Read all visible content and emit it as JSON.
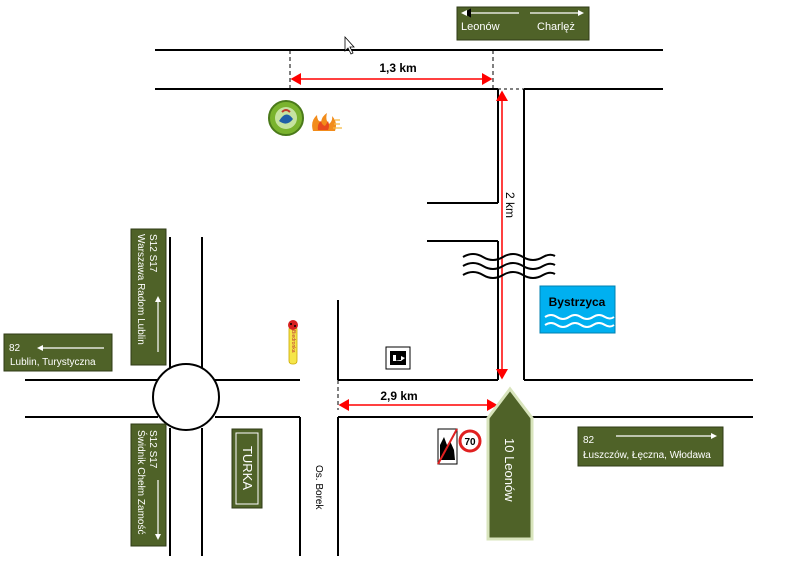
{
  "colors": {
    "sign_green": "#4f6228",
    "road_line": "#000000",
    "measure_red": "#ff0000",
    "water_blue": "#00b0f0"
  },
  "signs": {
    "top": {
      "left": "Leonów",
      "right": "Charlęż"
    },
    "west": {
      "number": "82",
      "text": "Lublin, Turystyczna"
    },
    "north_vertical": {
      "routes": "S12   S17",
      "cities": "Warszawa Radom Lublin"
    },
    "south_vertical": {
      "routes": "S12   S17",
      "cities": "Świdnik Chełm Zamość"
    },
    "east": {
      "number": "82",
      "text": "Łuszczów, Łęczna, Włodawa"
    },
    "leonow_arrow": {
      "text": "10 Leonów"
    },
    "turka": {
      "text": "TURKA"
    }
  },
  "labels": {
    "distance_top": "1,3 km",
    "distance_vertical": "2 km",
    "distance_bottom": "2,9 km",
    "river": "Bystrzyca",
    "osiedle": "Os. Borek",
    "speed_limit": "70"
  },
  "icons": {
    "cursor": "mouse-pointer-icon",
    "emblem": "green-emblem-icon",
    "flames": "flames-icon",
    "ladybug": "ladybug-icon",
    "turn": "turn-sign-icon",
    "hill": "hill-warning-icon",
    "waves": "river-waves-icon"
  }
}
